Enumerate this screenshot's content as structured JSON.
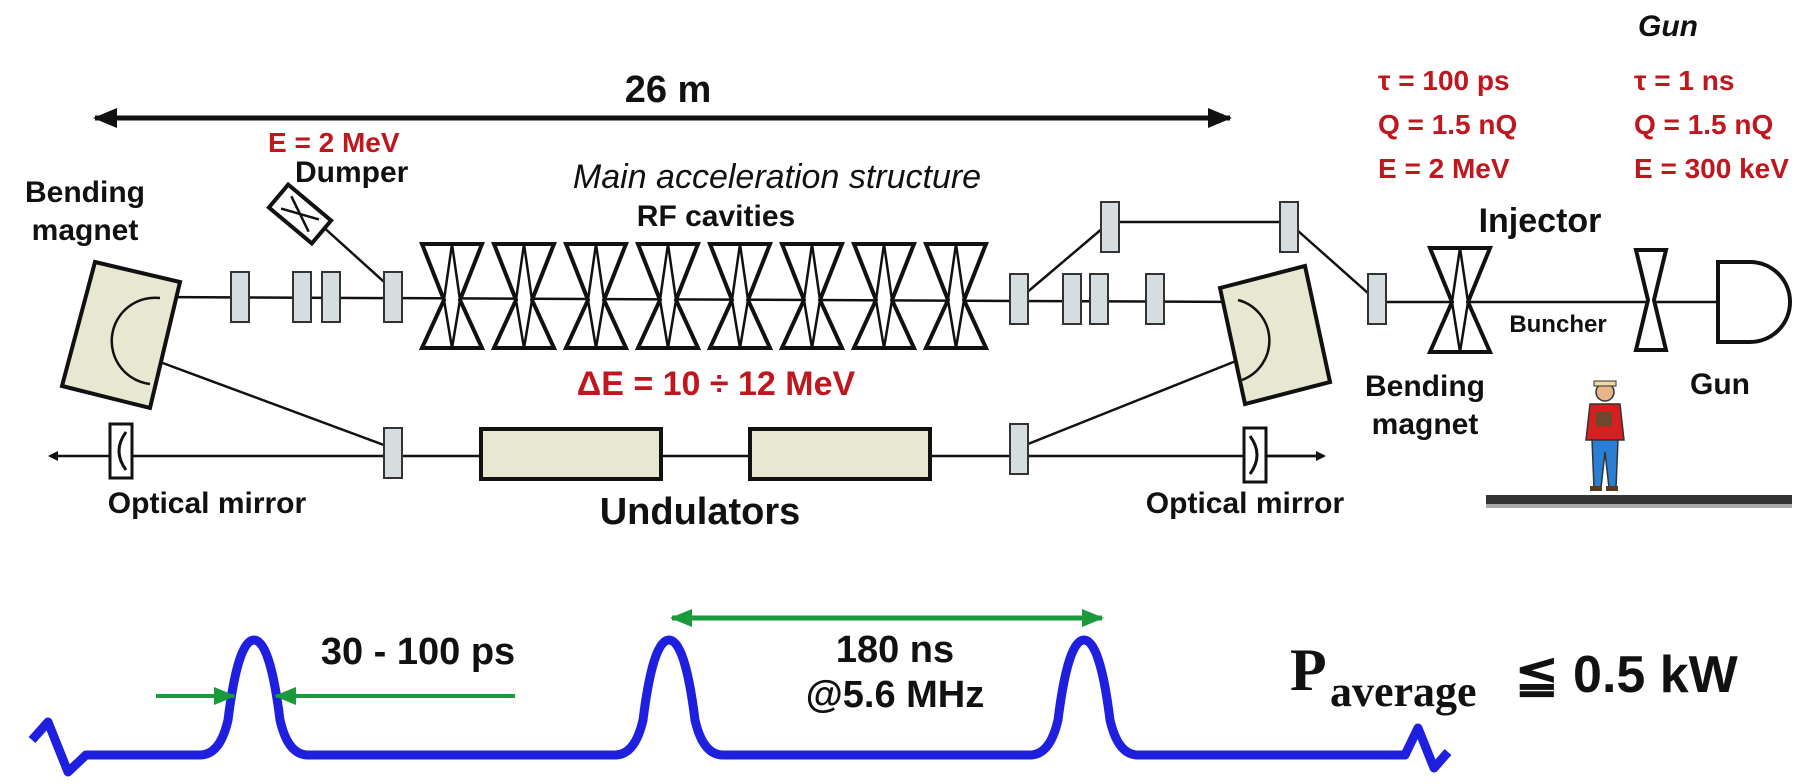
{
  "dimension": {
    "length": "26 m"
  },
  "top_right": {
    "gun_title": "Gun",
    "injector_params": [
      "τ = 100 ps",
      "Q = 1.5 nQ",
      "E =  2 MeV"
    ],
    "gun_params": [
      "τ = 1 ns",
      "Q = 1.5 nQ",
      "E = 300 keV"
    ]
  },
  "labels": {
    "dump_energy": "E = 2 MeV",
    "dumper": "Dumper",
    "main_structure": "Main acceleration structure",
    "rf_cavities": "RF cavities",
    "bending_magnet_left_1": "Bending",
    "bending_magnet_left_2": "magnet",
    "injector": "Injector",
    "buncher": "Buncher",
    "gun": "Gun",
    "bending_magnet_right_1": "Bending",
    "bending_magnet_right_2": "magnet",
    "delta_e": "ΔE = 10 ÷ 12 MeV",
    "optical_mirror_left": "Optical mirror",
    "optical_mirror_right": "Optical mirror",
    "undulators": "Undulators"
  },
  "pulses": {
    "width": "30 - 100 ps",
    "spacing_1": "180 ns",
    "spacing_2": "@5.6 MHz",
    "power_symbol": "P",
    "power_subscript": "average",
    "power_value": "≦ 0.5 kW"
  },
  "colors": {
    "red_text": "#c0161d",
    "pulse_blue": "#1f1fe0",
    "arrow_green": "#1a9a3a",
    "magnet_fill": "#e8e8d2",
    "quad_fill": "#d6dde0"
  }
}
